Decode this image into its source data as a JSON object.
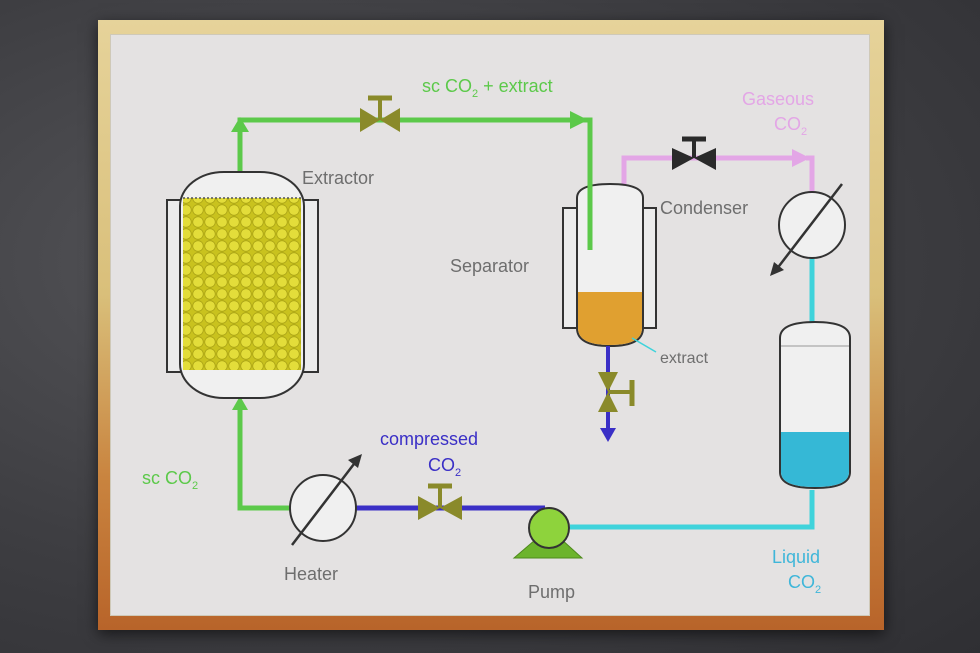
{
  "diagram": {
    "labels": {
      "extractor": "Extractor",
      "separator": "Separator",
      "condenser": "Condenser",
      "heater": "Heater",
      "pump": "Pump",
      "extract": "extract",
      "top_flow": "sc CO",
      "top_flow_sub": "2",
      "top_flow_suffix": " + extract",
      "gaseous": "Gaseous",
      "gaseous_co2": "CO",
      "gaseous_sub": "2",
      "compressed": "compressed",
      "compressed_co2": "CO",
      "compressed_sub": "2",
      "sc_left": "sc CO",
      "sc_left_sub": "2",
      "liquid": "Liquid",
      "liquid_co2": "CO",
      "liquid_sub": "2"
    },
    "colors": {
      "sc_green": "#5cc94a",
      "compressed_blue": "#3a2fc6",
      "gaseous_pink": "#e3a6e6",
      "liquid_cyan": "#3fd3db",
      "valve_olive": "#8a8a2a",
      "extract_orange": "#e0a030",
      "packing_yellow": "#d9d42a",
      "liquid_fill": "#35b8d6"
    },
    "icons": [
      "valve-icon",
      "heat-exchanger-icon",
      "pump-icon",
      "outlet-valve-icon"
    ]
  }
}
